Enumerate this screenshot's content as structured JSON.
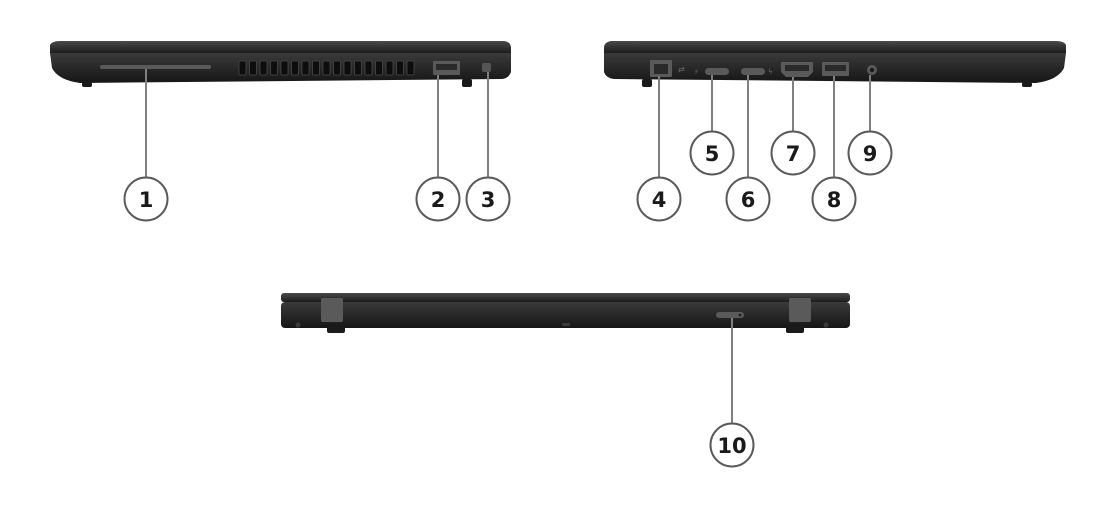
{
  "views": {
    "left_side": {
      "name": "left-side-view"
    },
    "right_side": {
      "name": "right-side-view"
    },
    "rear": {
      "name": "rear-view"
    }
  },
  "callouts": [
    {
      "id": "c1",
      "label": "1"
    },
    {
      "id": "c2",
      "label": "2"
    },
    {
      "id": "c3",
      "label": "3"
    },
    {
      "id": "c4",
      "label": "4"
    },
    {
      "id": "c5",
      "label": "5"
    },
    {
      "id": "c6",
      "label": "6"
    },
    {
      "id": "c7",
      "label": "7"
    },
    {
      "id": "c8",
      "label": "8"
    },
    {
      "id": "c9",
      "label": "9"
    },
    {
      "id": "c10",
      "label": "10"
    }
  ],
  "colors": {
    "chassis": "#2b2b2b",
    "chassis_dark": "#1b1b1b",
    "chassis_edge": "#3c3c3c",
    "leader_line": "#808080",
    "circle_stroke": "#5a5a5a",
    "port_highlight": "#6a6a6a"
  }
}
